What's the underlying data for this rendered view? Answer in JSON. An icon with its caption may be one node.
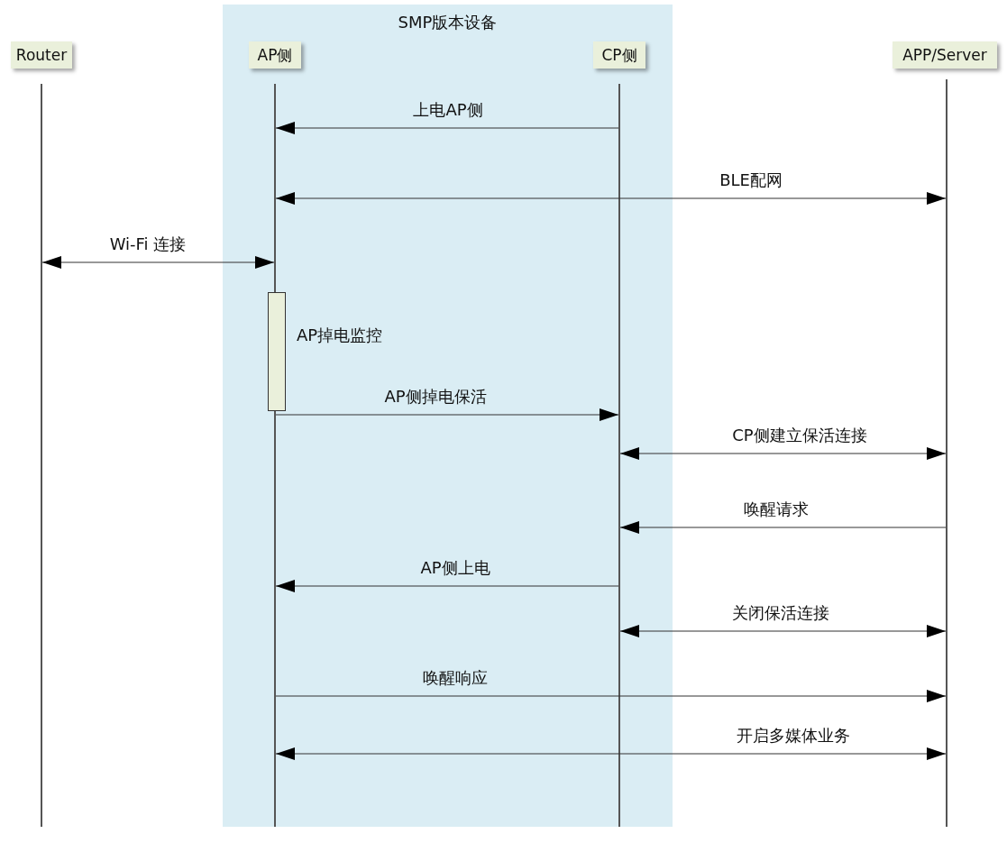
{
  "diagram": {
    "nodes": [
      {
        "text": [
          "Router"
        ]
      },
      {
        "text": [
          "SMP版本设备"
        ]
      },
      {
        "text": [
          "AP侧"
        ],
        "in": 1
      },
      {
        "text": [
          "CP侧"
        ],
        "in": 1
      },
      {
        "text": [
          "APP/Server"
        ]
      },
      {
        "text": [],
        "shape": "line"
      },
      {
        "text": [],
        "shape": "line",
        "in": 1
      },
      {
        "text": [],
        "shape": "line",
        "in": 1
      },
      {
        "text": [],
        "shape": "line"
      },
      {
        "text": [],
        "shape": "bar",
        "in": 1,
        "beside": [
          "AP掉电监控"
        ]
      }
    ],
    "edges": [
      {
        "from": 7,
        "to": 6,
        "arrow": "to",
        "label": "上电AP侧"
      },
      {
        "from": 6,
        "to": 8,
        "arrow": "both",
        "label": "BLE配网"
      },
      {
        "from": 5,
        "to": 6,
        "arrow": "both",
        "label": "Wi-Fi 连接"
      },
      {
        "from": 6,
        "to": 7,
        "arrow": "to",
        "label": "AP侧掉电保活"
      },
      {
        "from": 7,
        "to": 8,
        "arrow": "both",
        "label": "CP侧建立保活连接"
      },
      {
        "from": 8,
        "to": 7,
        "arrow": "to",
        "label": "唤醒请求"
      },
      {
        "from": 7,
        "to": 6,
        "arrow": "to",
        "label": "AP侧上电"
      },
      {
        "from": 7,
        "to": 8,
        "arrow": "both",
        "label": "关闭保活连接"
      },
      {
        "from": 6,
        "to": 8,
        "arrow": "to",
        "label": "唤醒响应"
      },
      {
        "from": 6,
        "to": 8,
        "arrow": "both",
        "label": "开启多媒体业务"
      }
    ]
  }
}
